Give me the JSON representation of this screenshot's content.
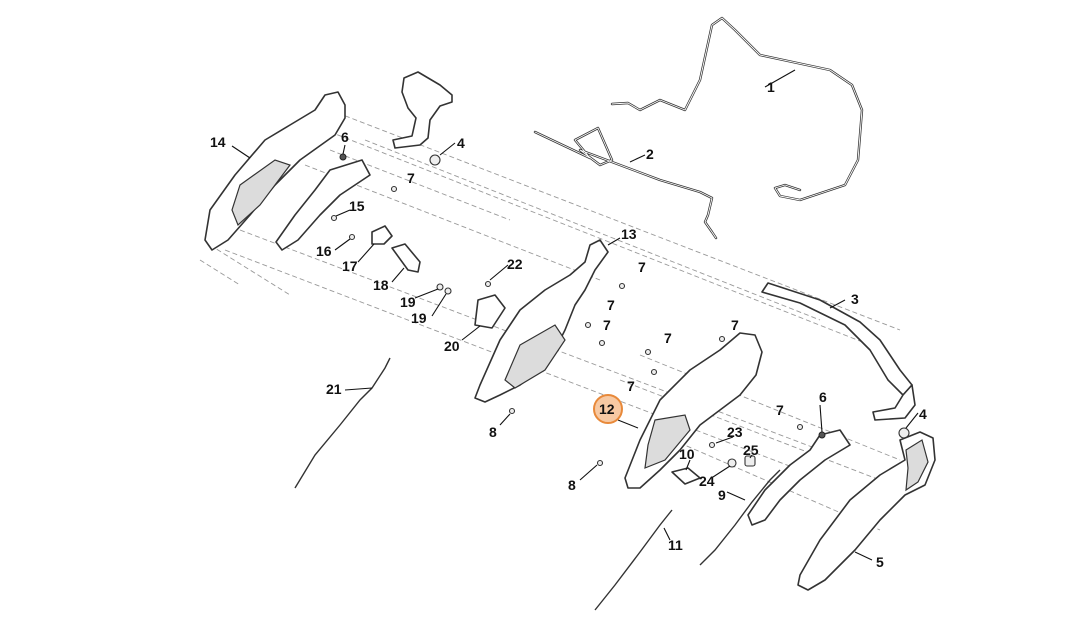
{
  "labels": {
    "p1": "1",
    "p2": "2",
    "p3": "3",
    "p4a": "4",
    "p4b": "4",
    "p5": "5",
    "p6a": "6",
    "p6b": "6",
    "p7a": "7",
    "p7b": "7",
    "p7c": "7",
    "p7d": "7",
    "p7e": "7",
    "p7f": "7",
    "p7g": "7",
    "p7h": "7",
    "p8a": "8",
    "p8b": "8",
    "p9": "9",
    "p10": "10",
    "p11": "11",
    "p12": "12",
    "p13": "13",
    "p14": "14",
    "p15": "15",
    "p16": "16",
    "p17": "17",
    "p18": "18",
    "p19a": "19",
    "p19b": "19",
    "p20": "20",
    "p21": "21",
    "p22": "22",
    "p23": "23",
    "p24": "24",
    "p25": "25"
  },
  "highlighted_part": "12",
  "colors": {
    "highlight_fill": "#f7c9a3",
    "highlight_stroke": "#e8893a",
    "line": "#333333",
    "text": "#111111"
  }
}
